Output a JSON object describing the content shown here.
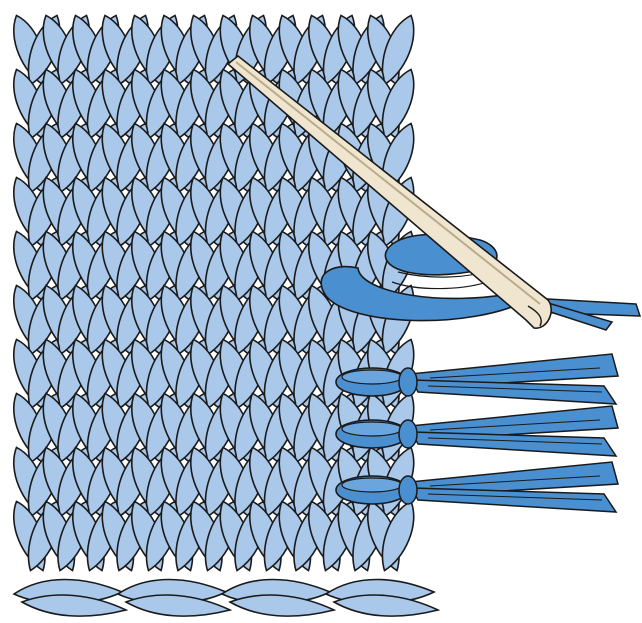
{
  "illustration": {
    "fabric": {
      "columns": 13,
      "rows": 10,
      "cast_on_twists": 4
    },
    "fringe": {
      "attached_bundles": 3,
      "bundle_on_hook": 1
    },
    "colors": {
      "knit_fill": "#a9c8ea",
      "yarn_fill": "#4a8fd0",
      "yarn_highlight": "#6aa6dd",
      "hook_fill": "#f0e6cf",
      "hook_shadow": "#b9ab8c",
      "outline": "#1a1a1a",
      "background": "#ffffff"
    },
    "icons": [
      "crochet-hook-icon",
      "yarn-fringe-icon",
      "knit-stitch-icon"
    ]
  }
}
